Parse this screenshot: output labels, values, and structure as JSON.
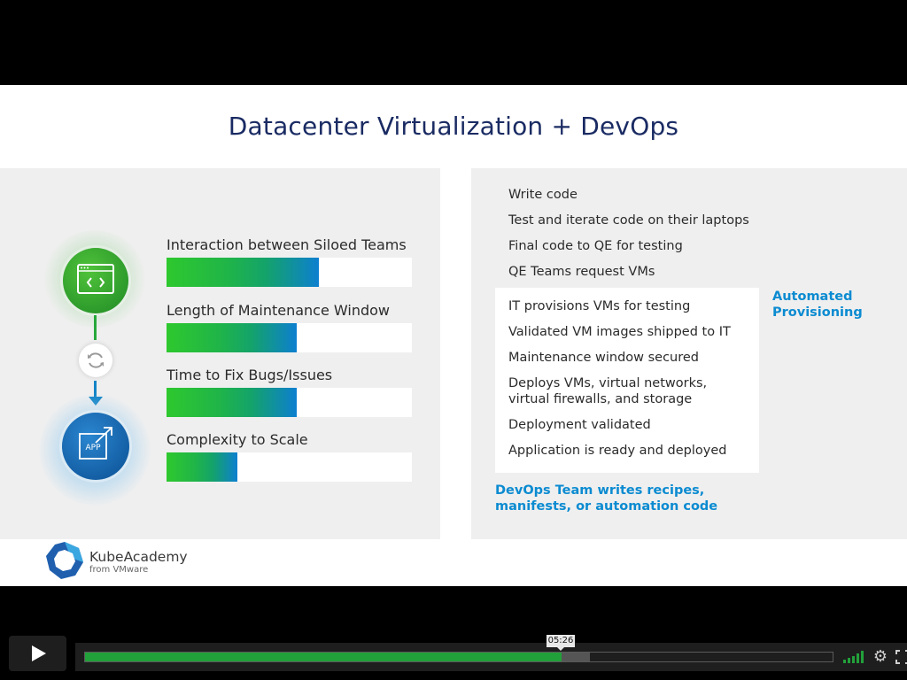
{
  "slide": {
    "title": "Datacenter Virtualization + DevOps"
  },
  "metrics": [
    {
      "label": "Interaction between Siloed Teams",
      "value": 0.62
    },
    {
      "label": "Length of Maintenance Window",
      "value": 0.53
    },
    {
      "label": "Time to Fix Bugs/Issues",
      "value": 0.53
    },
    {
      "label": "Complexity to Scale",
      "value": 0.29
    }
  ],
  "icons": {
    "top_circle": "code-window-icon",
    "middle_circle": "sync-icon",
    "bottom_circle": "app-icon",
    "app_icon_text": "APP"
  },
  "steps_manual": [
    "Write code",
    "Test and iterate code on their laptops",
    "Final code to QE for testing",
    "QE Teams request VMs"
  ],
  "steps_automated": [
    "IT provisions VMs for testing",
    "Validated VM images shipped to IT",
    "Maintenance window secured",
    "Deploys VMs, virtual networks,",
    "virtual firewalls, and storage",
    "Deployment validated",
    "Application is ready and deployed"
  ],
  "automated_label": [
    "Automated",
    "Provisioning"
  ],
  "devops_label": [
    "DevOps Team writes recipes,",
    "manifests, or automation code"
  ],
  "brand": {
    "name": "KubeAcademy",
    "sub": "from VMware"
  },
  "player": {
    "time_tooltip": "05:26",
    "played_fraction": 0.638,
    "buffered_fraction": 0.675,
    "volume_bars": 5
  },
  "colors": {
    "accent_blue": "#0b8bd1",
    "title_navy": "#1a2b63",
    "progress_green": "#22a03a"
  }
}
